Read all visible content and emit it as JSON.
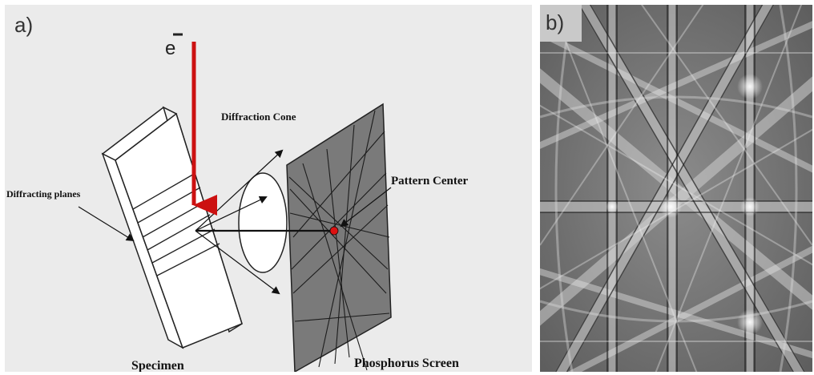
{
  "panel_a": {
    "label": "a)",
    "electron_label": "e",
    "diffraction_cone": "Diffraction Cone",
    "diffracting_planes": "Diffracting planes",
    "pattern_center": "Pattern Center",
    "specimen": "Specimen",
    "phosphorus_screen": "Phosphorus Screen",
    "colors": {
      "background": "#ebebeb",
      "beam": "#cc1111",
      "screen": "#7a7a7a",
      "specimen": "#ffffff",
      "pattern_center_dot": "#dd1111"
    }
  },
  "panel_b": {
    "label": "b)",
    "colors": {
      "background": "#7d7d7d",
      "bands": "#d0d0d0"
    }
  }
}
